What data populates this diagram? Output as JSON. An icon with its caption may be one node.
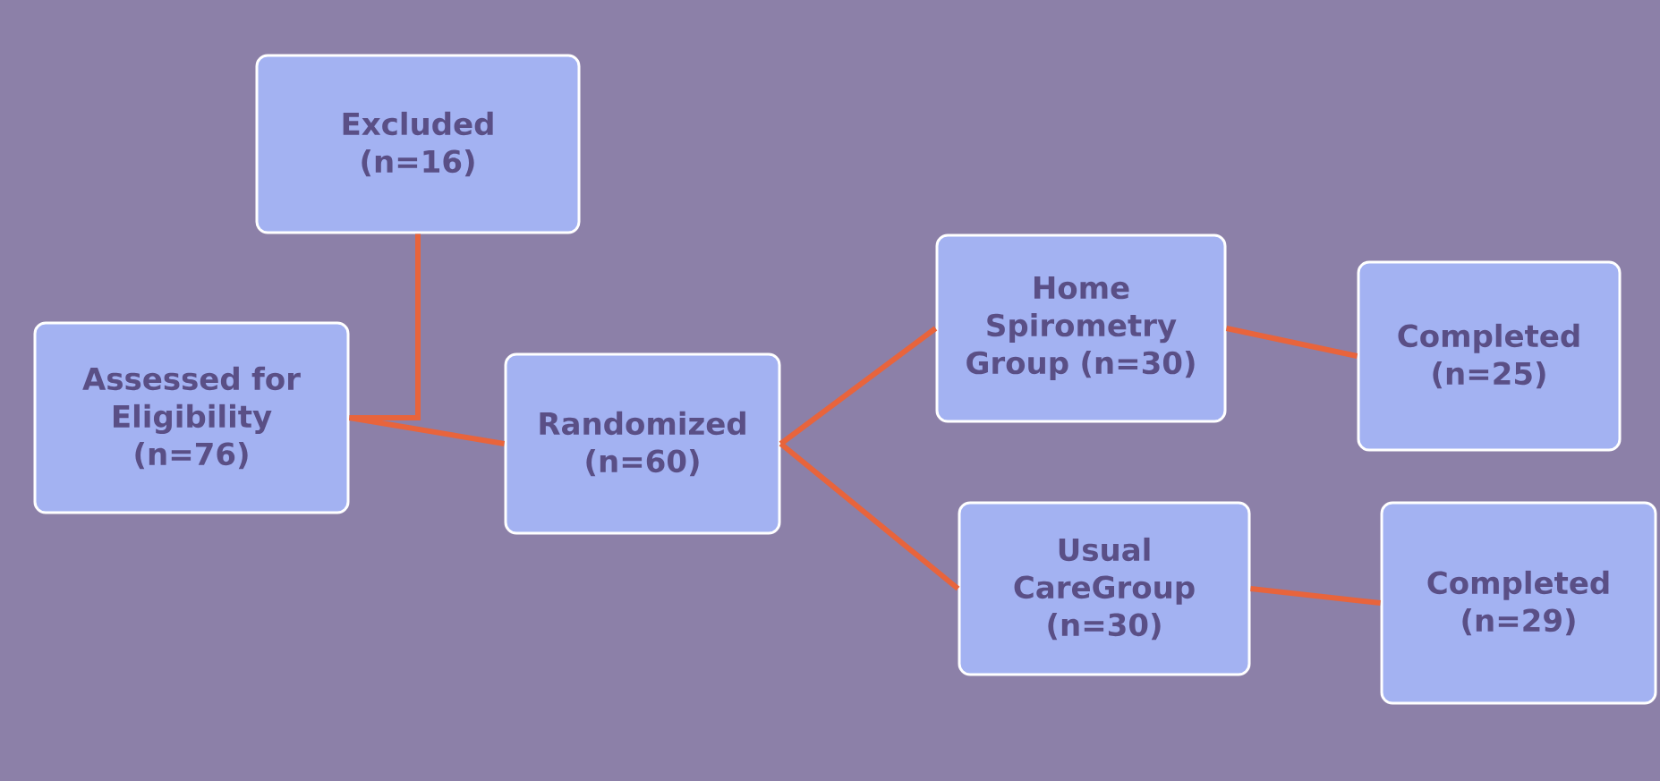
{
  "diagram": {
    "nodes": [
      {
        "text": [
          "Excluded (n=16)"
        ]
      },
      {
        "text": [
          "Assessed for Eligibility (n=76)"
        ]
      },
      {
        "text": [
          "Randomized (n=60)"
        ]
      },
      {
        "text": [
          "Home Spirometry Group (n=30)"
        ]
      },
      {
        "text": [
          "Completed (n=25)"
        ]
      },
      {
        "text": [
          "Usual CareGroup (n=30)"
        ]
      },
      {
        "text": [
          "Completed (n=29)"
        ]
      }
    ],
    "edges": [
      {
        "from": 1,
        "to": 2,
        "arrow": "none"
      },
      {
        "from": 1,
        "to": 0,
        "arrow": "none"
      },
      {
        "from": 2,
        "to": 3,
        "arrow": "none"
      },
      {
        "from": 2,
        "to": 5,
        "arrow": "none"
      },
      {
        "from": 3,
        "to": 4,
        "arrow": "none"
      },
      {
        "from": 5,
        "to": 6,
        "arrow": "none"
      }
    ]
  }
}
